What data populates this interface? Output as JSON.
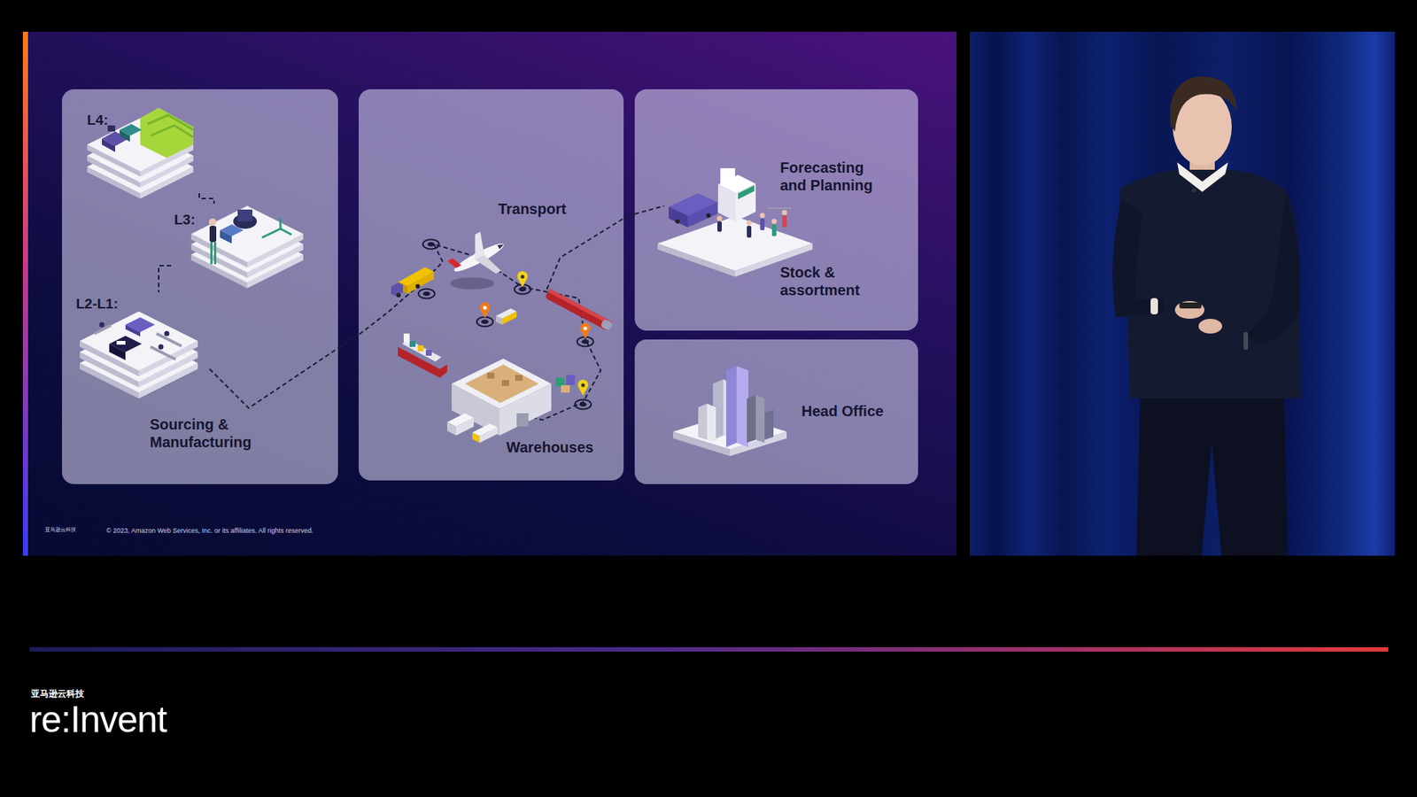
{
  "diagram": {
    "nodes": [
      {
        "text": [
          "Sourcing & Manufacturing"
        ]
      },
      {
        "text": [
          "L4:"
        ],
        "in": 0
      },
      {
        "text": [
          "L3:"
        ],
        "in": 0
      },
      {
        "text": [
          "L2-L1:"
        ],
        "in": 0
      },
      {
        "text": [
          "Transport",
          "Warehouses"
        ]
      },
      {
        "text": [
          "Forecasting and Planning",
          "Stock & assortment"
        ]
      },
      {
        "text": [
          "Head Office"
        ]
      }
    ],
    "edges": [
      {
        "from": 1,
        "to": 2,
        "arrow": "none"
      },
      {
        "from": 2,
        "to": 3,
        "arrow": "none"
      },
      {
        "from": 3,
        "to": 4,
        "arrow": "none"
      },
      {
        "from": 4,
        "to": 5,
        "arrow": "none"
      }
    ],
    "labels": [
      "亚马逊云科技",
      "© 2023, Amazon Web Services, Inc. or its affiliates. All rights reserved.",
      "亚马逊云科技",
      "re:Invent"
    ]
  }
}
